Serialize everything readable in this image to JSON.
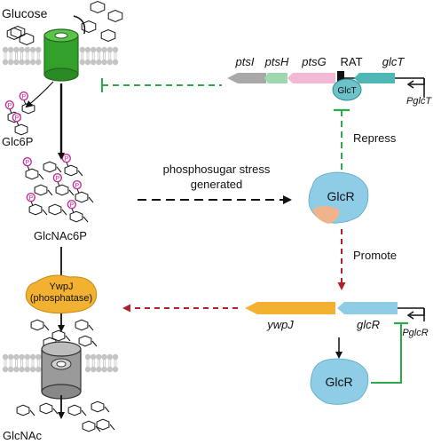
{
  "labels": {
    "glucose": "Glucose",
    "glc6p": "Glc6P",
    "glcnac6p": "GlcNAc6P",
    "glcnac": "GlcNAc",
    "ywpj_enzyme": "YwpJ",
    "ywpj_enzyme_role": "(phosphatase)",
    "stress_line1": "phosphosugar stress",
    "stress_line2": "generated",
    "repress": "Repress",
    "promote": "Promote",
    "glcr_protein_top": "GlcR",
    "glcr_protein_bottom": "GlcR",
    "glct_protein": "GlcT",
    "rat": "RAT",
    "phospho_mark": "P"
  },
  "genes": {
    "ptsi": "ptsI",
    "ptsh": "ptsH",
    "ptsg": "ptsG",
    "glct": "glcT",
    "ywpj": "ywpJ",
    "glcr": "glcR"
  },
  "promoters": {
    "pglct": "PglcT",
    "pglcr": "PglcR"
  },
  "colors": {
    "pts_transporter": "#33a02c",
    "ptsi": "#a8a8a8",
    "ptsh": "#9fd8b0",
    "ptsg": "#f2b9d6",
    "glct_gene": "#4fb6b6",
    "glct_protein": "#6cc2c8",
    "glcr_protein": "#8fcde6",
    "glcr_patch": "#f0b48c",
    "ywpj": "#f2b130",
    "glcr_gene": "#8fcde6",
    "green_dashed": "#2ea84a",
    "red_dashed": "#b3202a",
    "phospho": "#cc2b9a",
    "membrane": "#c4c4c4"
  }
}
